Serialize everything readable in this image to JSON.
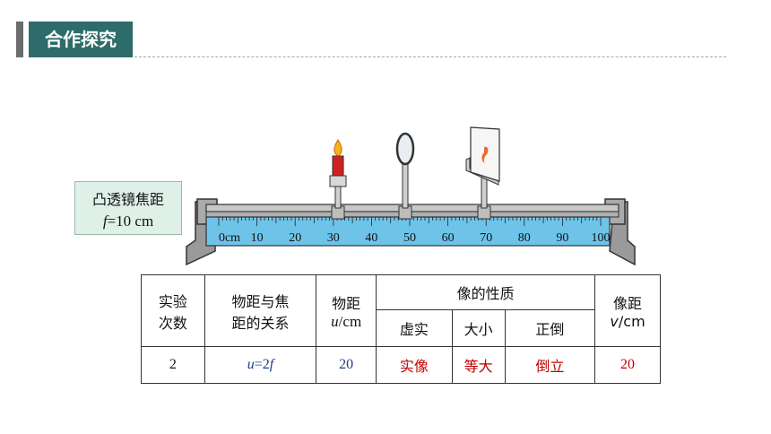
{
  "header": {
    "title": "合作探究"
  },
  "focal_box": {
    "line1": "凸透镜焦距",
    "f_symbol": "f",
    "f_value": "=10 cm"
  },
  "ruler": {
    "unit_label": "0cm",
    "ticks": [
      "10",
      "20",
      "30",
      "40",
      "50",
      "60",
      "70",
      "80",
      "90",
      "100"
    ]
  },
  "table": {
    "h_trial": "实验\n次数",
    "h_relation": "物距与焦\n距的关系",
    "h_u_top": "物距",
    "h_u_sym": "u",
    "h_u_unit": "/cm",
    "h_nature": "像的性质",
    "h_real": "虚实",
    "h_size": "大小",
    "h_orient": "正倒",
    "h_v_top": "像距",
    "h_v_sym": "v",
    "h_v_unit": "/cm",
    "row": {
      "trial": "2",
      "rel_u": "u",
      "rel_eq": "=2",
      "rel_f": "f",
      "u": "20",
      "real": "实像",
      "size": "等大",
      "orient": "倒立",
      "v": "20"
    }
  }
}
